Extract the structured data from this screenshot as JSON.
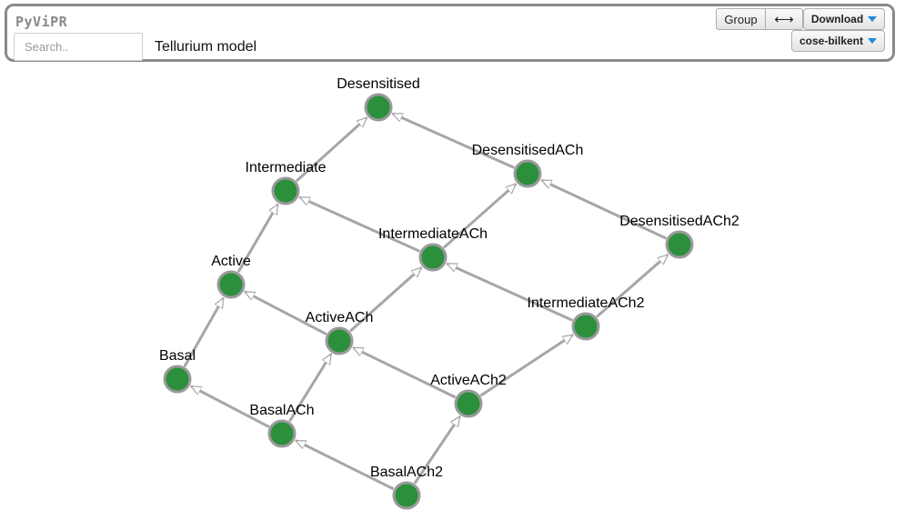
{
  "header": {
    "logo": "PyViPR",
    "search_placeholder": "Search..",
    "model_title": "Tellurium model",
    "group_label": "Group",
    "swap_label": "⟷",
    "download_label": "Download",
    "layout_label": "cose-bilkent"
  },
  "graph": {
    "nodes": [
      {
        "id": "Desensitised",
        "label": "Desensitised"
      },
      {
        "id": "Intermediate",
        "label": "Intermediate"
      },
      {
        "id": "DesensitisedACh",
        "label": "DesensitisedACh"
      },
      {
        "id": "DesensitisedACh2",
        "label": "DesensitisedACh2"
      },
      {
        "id": "IntermediateACh",
        "label": "IntermediateACh"
      },
      {
        "id": "Active",
        "label": "Active"
      },
      {
        "id": "IntermediateACh2",
        "label": "IntermediateACh2"
      },
      {
        "id": "ActiveACh",
        "label": "ActiveACh"
      },
      {
        "id": "Basal",
        "label": "Basal"
      },
      {
        "id": "ActiveACh2",
        "label": "ActiveACh2"
      },
      {
        "id": "BasalACh",
        "label": "BasalACh"
      },
      {
        "id": "BasalACh2",
        "label": "BasalACh2"
      }
    ],
    "edges": [
      {
        "source": "Basal",
        "target": "Active"
      },
      {
        "source": "Active",
        "target": "Intermediate"
      },
      {
        "source": "Intermediate",
        "target": "Desensitised"
      },
      {
        "source": "BasalACh",
        "target": "ActiveACh"
      },
      {
        "source": "ActiveACh",
        "target": "IntermediateACh"
      },
      {
        "source": "IntermediateACh",
        "target": "DesensitisedACh"
      },
      {
        "source": "BasalACh2",
        "target": "ActiveACh2"
      },
      {
        "source": "ActiveACh2",
        "target": "IntermediateACh2"
      },
      {
        "source": "IntermediateACh2",
        "target": "DesensitisedACh2"
      },
      {
        "source": "BasalACh",
        "target": "Basal"
      },
      {
        "source": "BasalACh2",
        "target": "BasalACh"
      },
      {
        "source": "ActiveACh",
        "target": "Active"
      },
      {
        "source": "ActiveACh2",
        "target": "ActiveACh"
      },
      {
        "source": "IntermediateACh",
        "target": "Intermediate"
      },
      {
        "source": "IntermediateACh2",
        "target": "IntermediateACh"
      },
      {
        "source": "DesensitisedACh",
        "target": "Desensitised"
      },
      {
        "source": "DesensitisedACh2",
        "target": "DesensitisedACh"
      }
    ]
  },
  "colors": {
    "node_fill": "#2b8f3c",
    "node_border": "#9a9a9a",
    "edge": "#a6a6a6",
    "header_border": "#8a8a8a",
    "dropdown_caret": "#1e88d8"
  }
}
